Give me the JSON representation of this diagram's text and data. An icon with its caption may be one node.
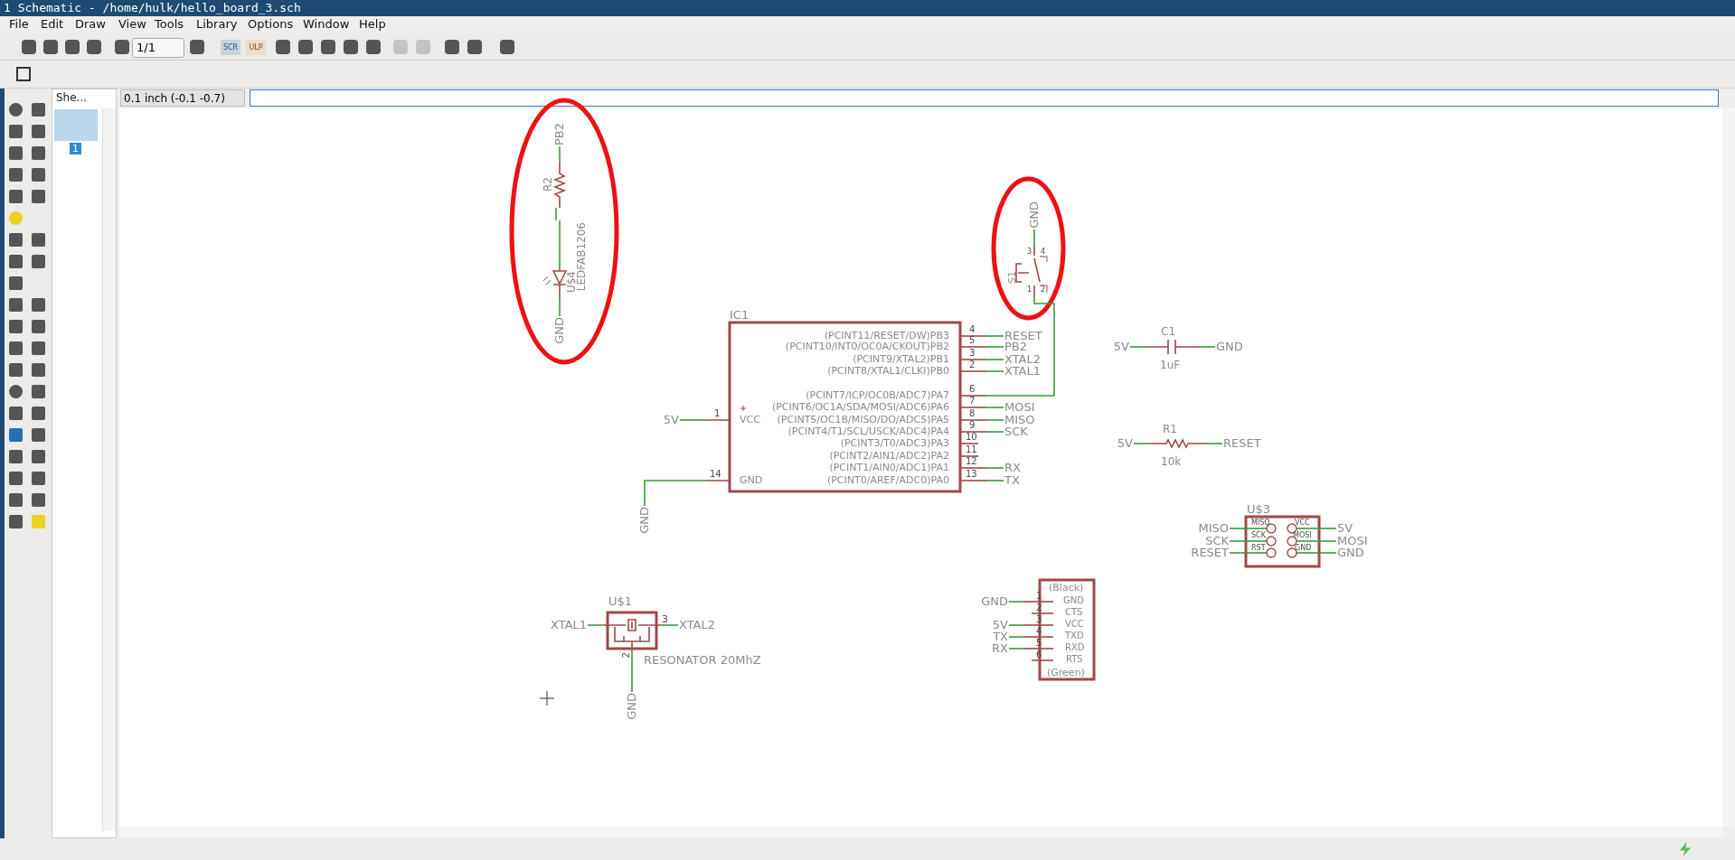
{
  "diagram": {
    "nodes": [
      {
        "text": [],
        "shape": "ellipse"
      },
      {
        "text": [
          "R2"
        ],
        "in": 0
      },
      {
        "text": [
          "U$4",
          "LEDFAB1206"
        ],
        "in": 0
      },
      {
        "text": [],
        "shape": "ellipse"
      },
      {
        "text": [
          "S1",
          "3",
          "4",
          "1",
          "2"
        ],
        "in": 3
      },
      {
        "text": [
          "IC1",
          "(PCINT11/RESET/DW)PB3",
          "(PCINT10/INT0/OC0A/CKOUT)PB2",
          "(PCINT9/XTAL2)PB1",
          "(PCINT8/XTAL1/CLKI)PB0",
          "(PCINT7/ICP/OC0B/ADC7)PA7",
          "(PCINT6/OC1A/SDA/MOSI/ADC6)PA6",
          "(PCINT5/OC1B/MISO/DO/ADC5)PA5",
          "(PCINT4/T1/SCL/USCK/ADC4)PA4",
          "(PCINT3/T0/ADC3)PA3",
          "(PCINT2/AIN1/ADC2)PA2",
          "(PCINT1/AIN0/ADC1)PA1",
          "(PCINT0/AREF/ADC0)PA0",
          "VCC",
          "GND",
          "4",
          "5",
          "3",
          "2",
          "6",
          "7",
          "8",
          "9",
          "10",
          "11",
          "12",
          "13",
          "1",
          "14"
        ]
      },
      {
        "text": [
          "C1",
          "1uF"
        ]
      },
      {
        "text": [
          "R1",
          "10k"
        ]
      },
      {
        "text": [
          "U$3",
          "MISO",
          "SCK",
          "RST",
          "VCC",
          "MOSI",
          "GND"
        ]
      },
      {
        "text": [
          "U$1"
        ],
        "beside": [
          "RESONATOR 20MhZ",
          "3",
          "2"
        ]
      },
      {
        "text": [
          "(Black)",
          "GND",
          "CTS",
          "VCC",
          "TXD",
          "RXD",
          "RTS",
          "(Green)",
          "1",
          "2",
          "3",
          "4",
          "5",
          "6"
        ]
      },
      {
        "text": [
          "PB2"
        ],
        "in": 0
      },
      {
        "text": [
          "GND"
        ],
        "in": 3
      },
      {
        "text": [
          "GND"
        ],
        "in": 0
      },
      {
        "text": [
          "RESET"
        ]
      },
      {
        "text": [
          "PB2"
        ]
      },
      {
        "text": [
          "XTAL2"
        ]
      },
      {
        "text": [
          "XTAL1"
        ]
      },
      {
        "text": [
          "5V"
        ]
      },
      {
        "text": [
          "GND"
        ]
      },
      {
        "text": [
          "MOSI"
        ]
      },
      {
        "text": [
          "5V"
        ]
      },
      {
        "text": [
          "MISO"
        ]
      },
      {
        "text": [
          "SCK"
        ]
      },
      {
        "text": [
          "5V"
        ]
      },
      {
        "text": [
          "RESET"
        ]
      },
      {
        "text": [
          "RX"
        ]
      },
      {
        "text": [
          "GND"
        ]
      },
      {
        "text": [
          "TX"
        ]
      },
      {
        "text": [
          "MISO"
        ]
      },
      {
        "text": [
          "5V"
        ]
      },
      {
        "text": [
          "SCK"
        ]
      },
      {
        "text": [
          "MOSI"
        ]
      },
      {
        "text": [
          "RESET"
        ]
      },
      {
        "text": [
          "GND"
        ]
      },
      {
        "text": [
          "GND"
        ]
      },
      {
        "text": [
          "XTAL1"
        ]
      },
      {
        "text": [
          "XTAL2"
        ]
      },
      {
        "text": [
          "5V"
        ]
      },
      {
        "text": [
          "TX"
        ]
      },
      {
        "text": [
          "RX"
        ]
      },
      {
        "text": [
          "GND"
        ]
      }
    ],
    "edges": [
      {
        "from": 1,
        "to": 2,
        "arrow": "none"
      },
      {
        "from": 4,
        "to": 5,
        "arrow": "none"
      },
      {
        "from": 1,
        "to": 11,
        "arrow": "none"
      },
      {
        "from": 4,
        "to": 12,
        "arrow": "none"
      },
      {
        "from": 2,
        "to": 13,
        "arrow": "none"
      },
      {
        "from": 5,
        "to": 14,
        "arrow": "none"
      },
      {
        "from": 5,
        "to": 15,
        "arrow": "none"
      },
      {
        "from": 5,
        "to": 16,
        "arrow": "none"
      },
      {
        "from": 5,
        "to": 17,
        "arrow": "none"
      },
      {
        "from": 6,
        "to": 18,
        "arrow": "none"
      },
      {
        "from": 6,
        "to": 19,
        "arrow": "none"
      },
      {
        "from": 5,
        "to": 20,
        "arrow": "none"
      },
      {
        "from": 5,
        "to": 21,
        "arrow": "none"
      },
      {
        "from": 5,
        "to": 22,
        "arrow": "none"
      },
      {
        "from": 5,
        "to": 23,
        "arrow": "none"
      },
      {
        "from": 7,
        "to": 24,
        "arrow": "none"
      },
      {
        "from": 7,
        "to": 25,
        "arrow": "none"
      },
      {
        "from": 5,
        "to": 26,
        "arrow": "none"
      },
      {
        "from": 5,
        "to": 27,
        "arrow": "none"
      },
      {
        "from": 5,
        "to": 28,
        "arrow": "none"
      },
      {
        "from": 8,
        "to": 29,
        "arrow": "none"
      },
      {
        "from": 8,
        "to": 30,
        "arrow": "none"
      },
      {
        "from": 8,
        "to": 31,
        "arrow": "none"
      },
      {
        "from": 8,
        "to": 32,
        "arrow": "none"
      },
      {
        "from": 8,
        "to": 33,
        "arrow": "none"
      },
      {
        "from": 8,
        "to": 34,
        "arrow": "none"
      },
      {
        "from": 10,
        "to": 35,
        "arrow": "none"
      },
      {
        "from": 9,
        "to": 36,
        "arrow": "none"
      },
      {
        "from": 9,
        "to": 37,
        "arrow": "none"
      },
      {
        "from": 10,
        "to": 38,
        "arrow": "none"
      },
      {
        "from": 10,
        "to": 39,
        "arrow": "none"
      },
      {
        "from": 10,
        "to": 40,
        "arrow": "none"
      },
      {
        "from": 9,
        "to": 41,
        "arrow": "none"
      }
    ],
    "labels": [
      "1 Schematic - /home/hulk/hello_board_3.sch",
      "File",
      "Edit",
      "Draw",
      "View",
      "Tools",
      "Library",
      "Options",
      "Window",
      "Help",
      "1/1",
      "SCR",
      "ULP",
      "She...",
      "1",
      "0.1 inch (-0.1 -0.7)"
    ]
  }
}
